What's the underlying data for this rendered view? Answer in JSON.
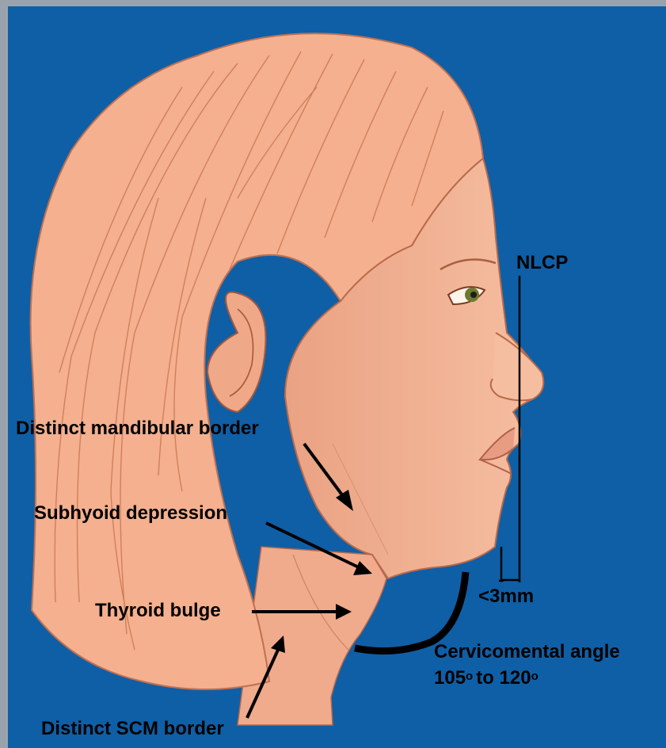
{
  "labels": {
    "nlcp": "NLCP",
    "mandibular": "Distinct mandibular border",
    "subhyoid": "Subhyoid depression",
    "thyroid": "Thyroid bulge",
    "scm": "Distinct SCM border",
    "distance": "<3mm",
    "angle_title": "Cervicomental angle",
    "angle_low": "105",
    "angle_to": "to 120",
    "degree_symbol": "o"
  },
  "colors": {
    "background": "#0f5fa6",
    "frame": "#9aa3ad",
    "skin": "#f3b293",
    "skin_shadow": "#e39a7c",
    "hair": "#f2ad8b",
    "hair_strand": "#c9744e",
    "line": "#000000"
  }
}
